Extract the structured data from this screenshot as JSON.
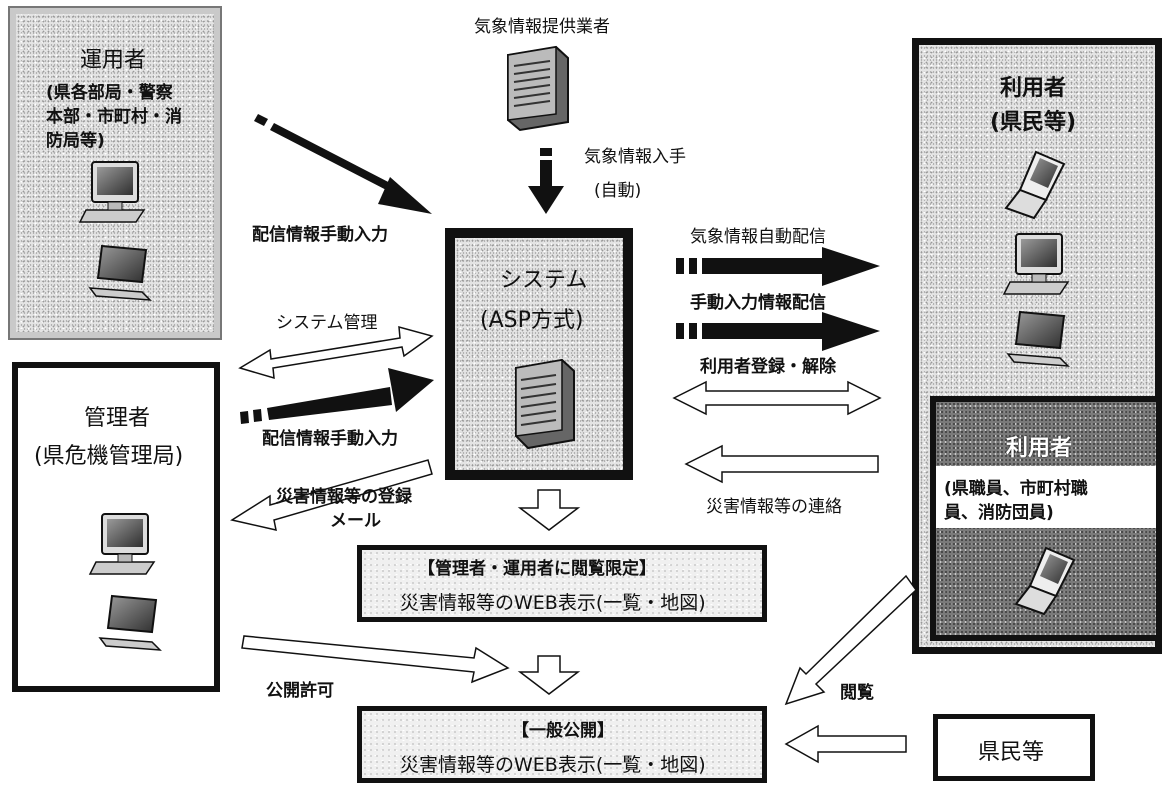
{
  "operator": {
    "title": "運用者",
    "desc_lines": [
      "(県各部局・警察",
      "本部・市町村・消",
      "防局等)"
    ]
  },
  "administrator": {
    "title": "管理者",
    "subtitle": "(県危機管理局)"
  },
  "weather_provider": {
    "label": "気象情報提供業者"
  },
  "weather_acquire": {
    "label": "気象情報入手",
    "sub": "(自動)"
  },
  "system": {
    "title": "システム",
    "subtitle": "(ASP方式)"
  },
  "users_public": {
    "title": "利用者",
    "subtitle": "(県民等)"
  },
  "users_staff": {
    "title": "利用者",
    "desc_lines": [
      "(県職員、市町村職",
      "員、消防団員)"
    ]
  },
  "arrows": {
    "op_manual_input": "配信情報手動入力",
    "system_mgmt": "システム管理",
    "admin_manual_input": "配信情報手動入力",
    "disaster_register_lines": [
      "災害情報等の登録",
      "メール"
    ],
    "weather_auto_delivery": "気象情報自動配信",
    "manual_info_delivery": "手動入力情報配信",
    "user_reg": "利用者登録・解除",
    "disaster_contact": "災害情報等の連絡",
    "publish_permit": "公開許可",
    "browse": "閲覧"
  },
  "web_restricted": {
    "head": "【管理者・運用者に閲覧限定】",
    "body": "災害情報等のWEB表示(一覧・地図)"
  },
  "web_public": {
    "head": "【一般公開】",
    "body": "災害情報等のWEB表示(一覧・地図)"
  },
  "citizens": {
    "label": "県民等"
  }
}
